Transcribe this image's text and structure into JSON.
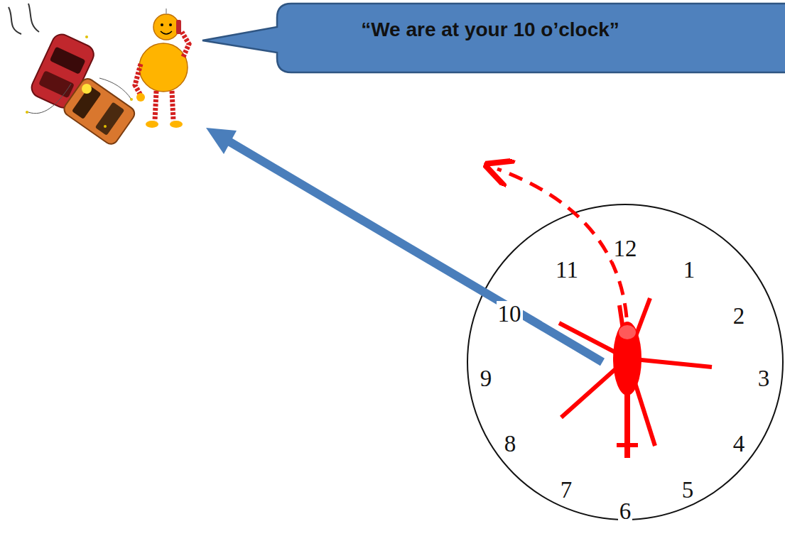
{
  "diagram": {
    "nodes": [
      {
        "text": [
          "“We are at your 10 o’clock”"
        ]
      }
    ],
    "labels": [
      "12",
      "11",
      "1",
      "10",
      "2",
      "9",
      "3",
      "8",
      "4",
      "7",
      "5",
      "6"
    ]
  }
}
